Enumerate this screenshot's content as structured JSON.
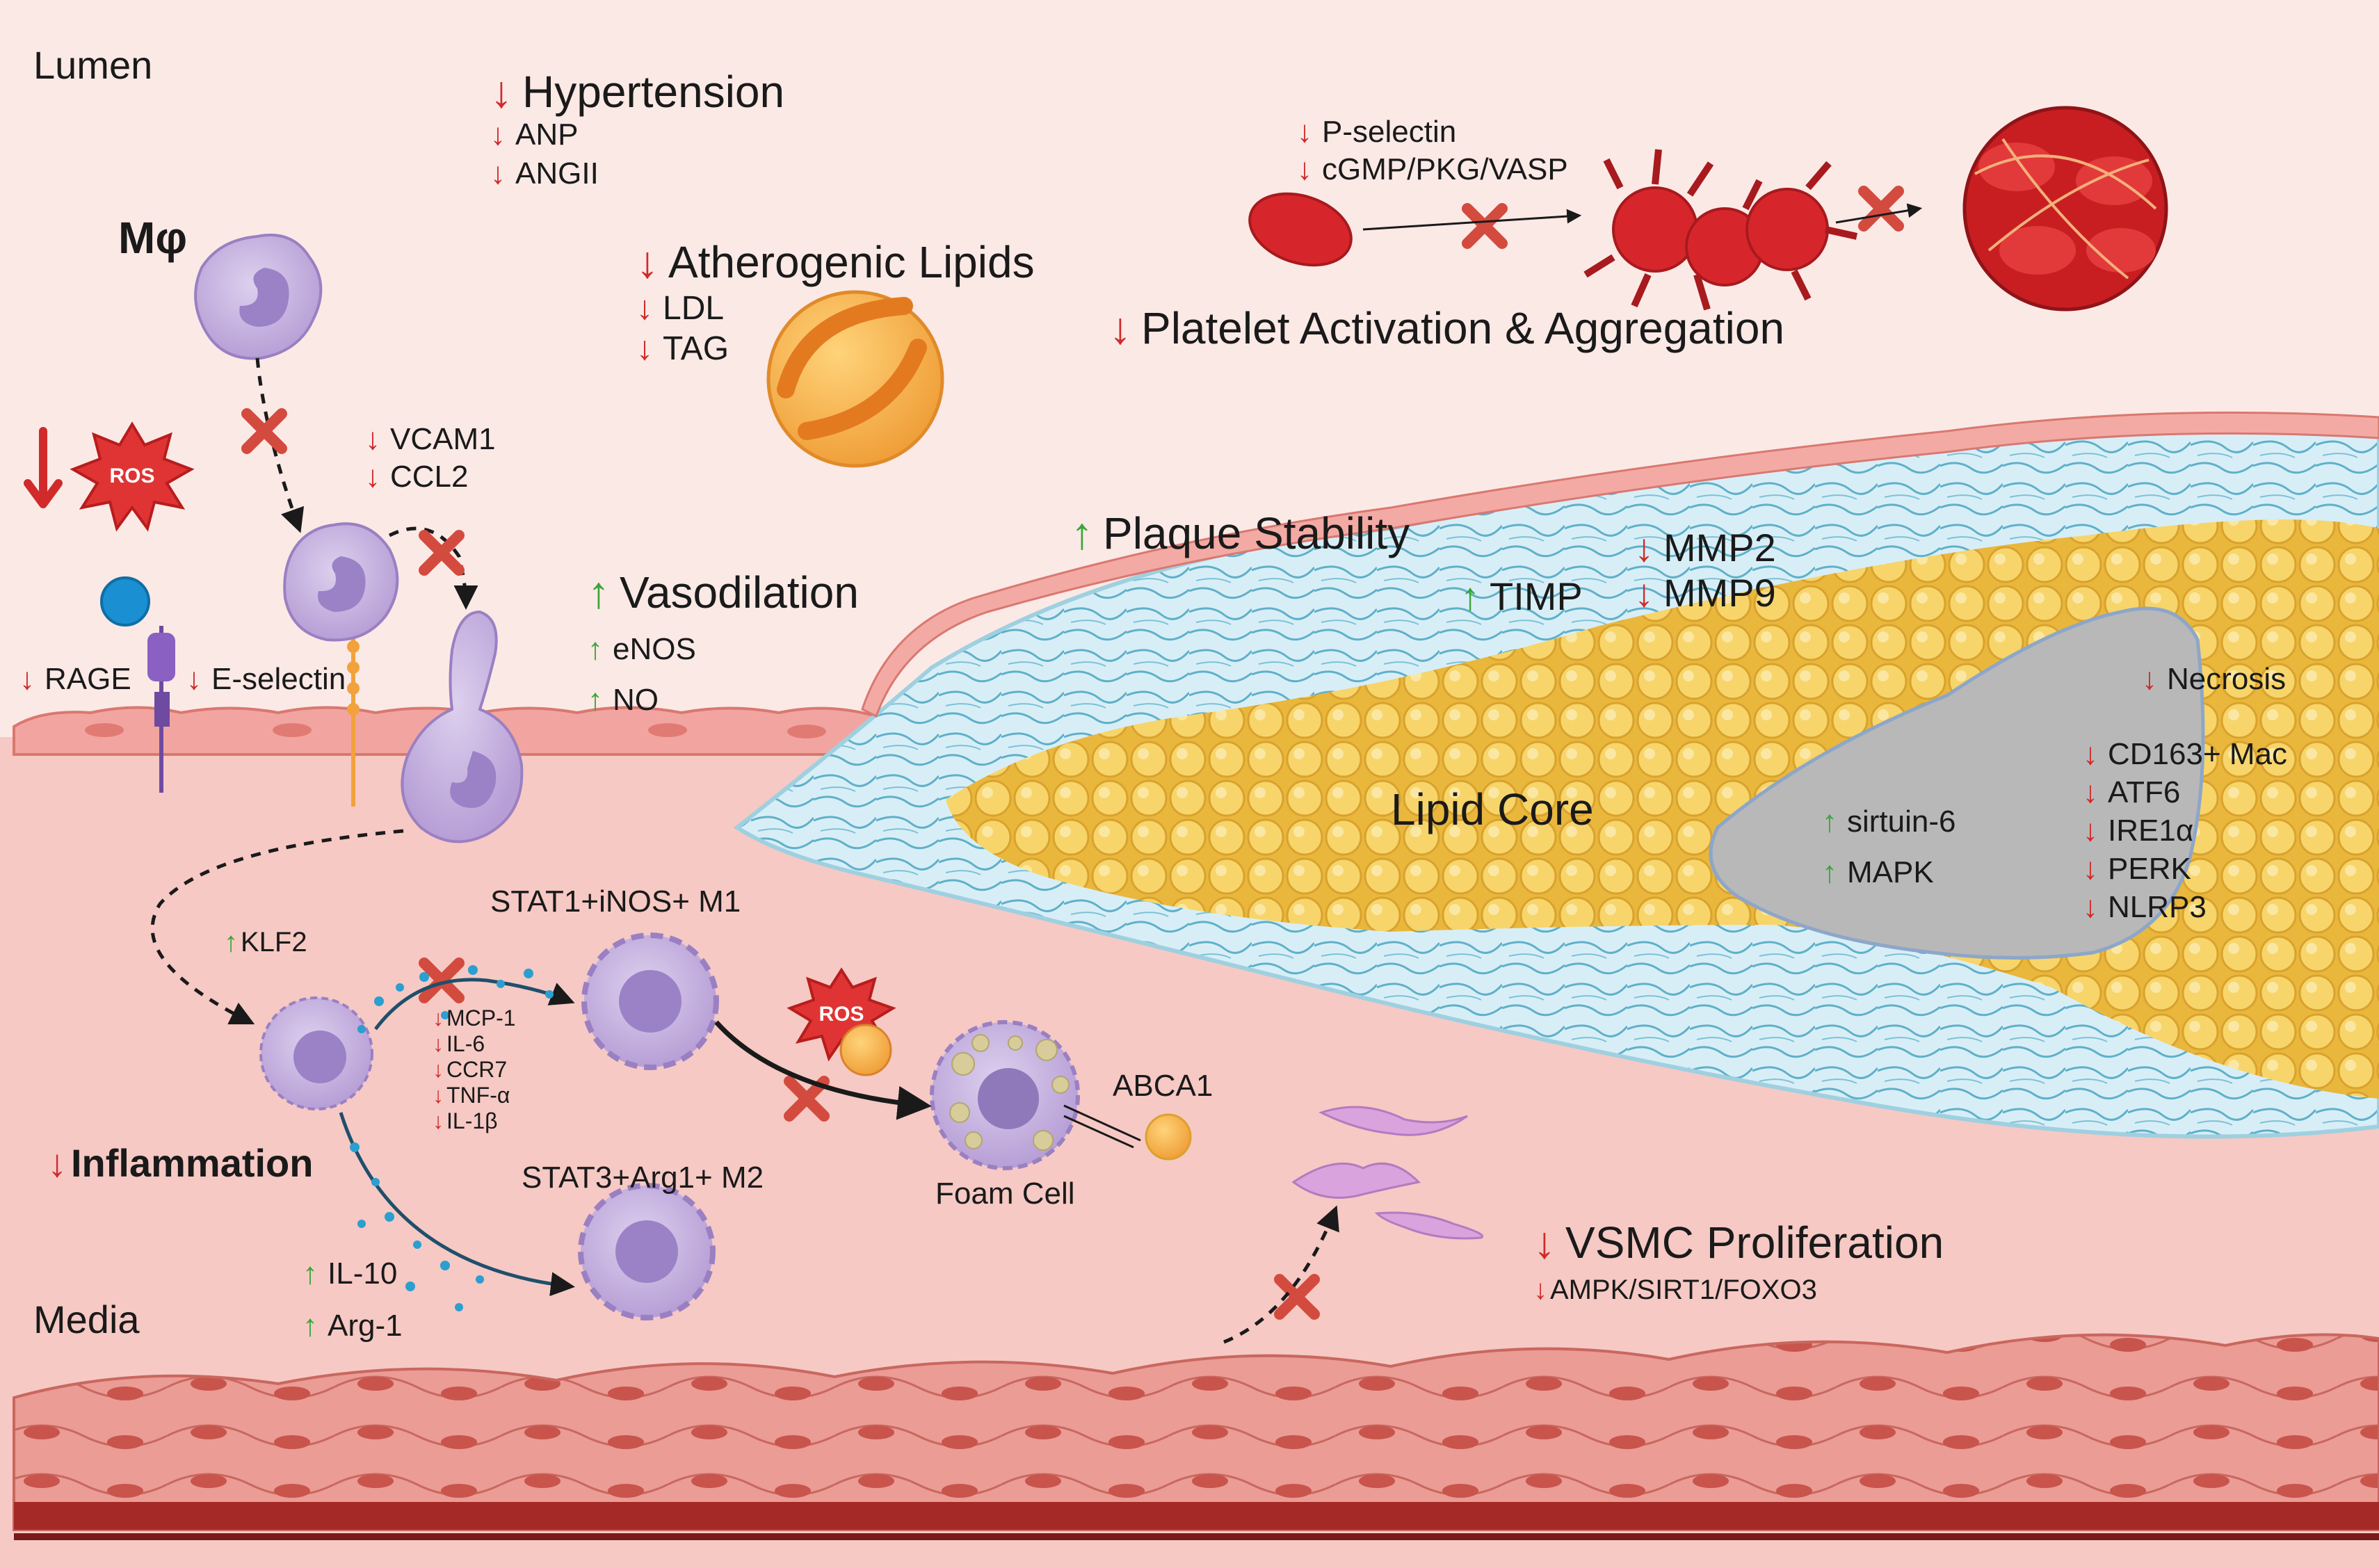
{
  "regions": {
    "lumen": "Lumen",
    "media": "Media"
  },
  "macrophage_label": "Mφ",
  "ros_label": "ROS",
  "hypertension": {
    "title": "Hypertension",
    "items": [
      "ANP",
      "ANGII"
    ]
  },
  "atherogenic_lipids": {
    "title": "Atherogenic Lipids",
    "items": [
      "LDL",
      "TAG"
    ]
  },
  "platelet": {
    "markers": [
      "P-selectin",
      "cGMP/PKG/VASP"
    ],
    "title": "Platelet Activation & Aggregation"
  },
  "adhesion": {
    "items": [
      "VCAM1",
      "CCL2"
    ]
  },
  "receptors": {
    "rage": "RAGE",
    "e_selectin": "E-selectin"
  },
  "vasodilation": {
    "title": "Vasodilation",
    "items": [
      "eNOS",
      "NO"
    ]
  },
  "plaque": {
    "stability": "Plaque Stability",
    "timp": "TIMP",
    "mmps": [
      "MMP2",
      "MMP9"
    ],
    "lipid_core": "Lipid Core",
    "necrosis": "Necrosis",
    "up_markers": [
      "sirtuin-6",
      "MAPK"
    ],
    "down_markers": [
      "CD163+ Mac",
      "ATF6",
      "IRE1α",
      "PERK",
      "NLRP3"
    ]
  },
  "klf2": "KLF2",
  "m1": {
    "title": "STAT1+iNOS+ M1",
    "cytokines": [
      "MCP-1",
      "IL-6",
      "CCR7",
      "TNF-α",
      "IL-1β"
    ]
  },
  "m2": {
    "title": "STAT3+Arg1+ M2",
    "markers": [
      "IL-10",
      "Arg-1"
    ]
  },
  "inflammation": "Inflammation",
  "foam_cell": "Foam Cell",
  "abca1": "ABCA1",
  "vsmc": {
    "title": "VSMC Proliferation",
    "pathway": "AMPK/SIRT1/FOXO3"
  },
  "colors": {
    "lumen_bg": "#fbe9e6",
    "media_bg": "#f6c9c4",
    "endothelium": "#f2a5a0",
    "down_arrow": "#d02a2a",
    "up_arrow": "#3aa53a",
    "lipid": "#f2c94c",
    "necrotic_core": "#b8b8b8",
    "macrophage": "#c9b3e0",
    "platelet": "#d7262b"
  }
}
